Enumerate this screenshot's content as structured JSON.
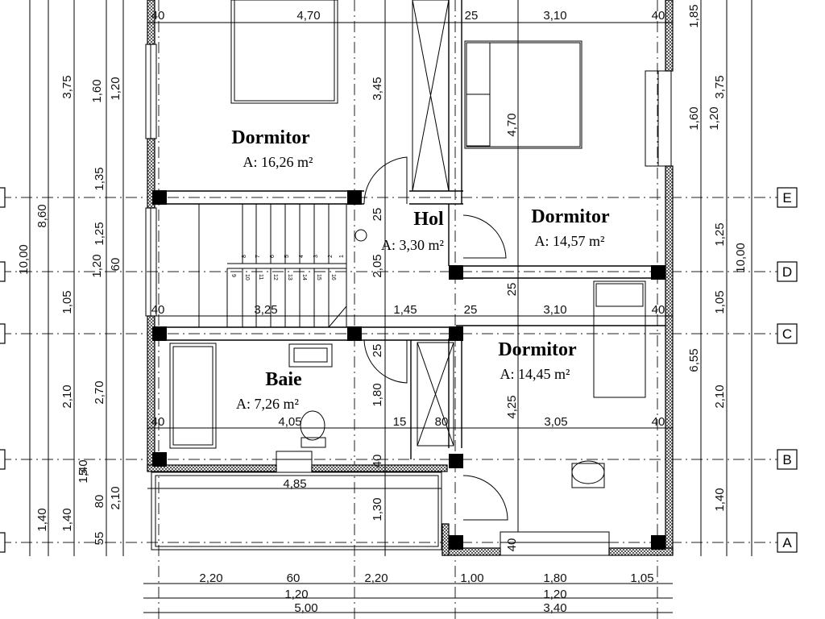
{
  "rooms": [
    {
      "name": "Dormitor",
      "area": "A: 16,26 m²"
    },
    {
      "name": "Hol",
      "area": "A: 3,30 m²"
    },
    {
      "name": "Dormitor",
      "area": "A: 14,57 m²"
    },
    {
      "name": "Dormitor",
      "area": "A: 14,45 m²"
    },
    {
      "name": "Baie",
      "area": "A: 7,26 m²"
    }
  ],
  "axes": [
    "E",
    "D",
    "C",
    "B",
    "A"
  ],
  "stair_steps": [
    "8",
    "7",
    "6",
    "5",
    "4",
    "3",
    "2",
    "1",
    "9",
    "10",
    "11",
    "12",
    "13",
    "14",
    "15",
    "16"
  ],
  "dims": {
    "top": [
      "40",
      "4,70",
      "25",
      "3,10",
      "40"
    ],
    "mid_upper": [
      "40",
      "3,25",
      "1,45",
      "25",
      "3,10",
      "40"
    ],
    "mid_lower": [
      "40",
      "4,05",
      "15",
      "80",
      "3,05",
      "40"
    ],
    "balcony": "4,85",
    "bottom_row1": [
      "2,20",
      "60",
      "2,20",
      "1,00",
      "1,80",
      "1,05"
    ],
    "bottom_row2": [
      "1,20",
      "1,20"
    ],
    "bottom_row3": [
      "5,00",
      "3,40"
    ],
    "left_col1": [
      "1,40",
      "10,00",
      "1,40"
    ],
    "left_col2": [
      "3,75",
      "8,60",
      "1,05",
      "2,10",
      "1,40"
    ],
    "left_col3": [
      "1,60",
      "1,35",
      "1,25",
      "1,20",
      "2,70",
      "5",
      "80",
      "55"
    ],
    "left_col4": [
      "1,20",
      "60",
      "2,10"
    ],
    "right_col1": [
      "1,85",
      "1,60",
      "1,25",
      "1,05",
      "2,10",
      "1,40"
    ],
    "right_col2": [
      "1,20",
      "6,55"
    ],
    "right_col3": [
      "3,75",
      "10,00"
    ],
    "interior": [
      "3,45",
      "4,70",
      "25",
      "2,05",
      "25",
      "25",
      "1,80",
      "4,25",
      "40",
      "1,30",
      "40"
    ]
  }
}
